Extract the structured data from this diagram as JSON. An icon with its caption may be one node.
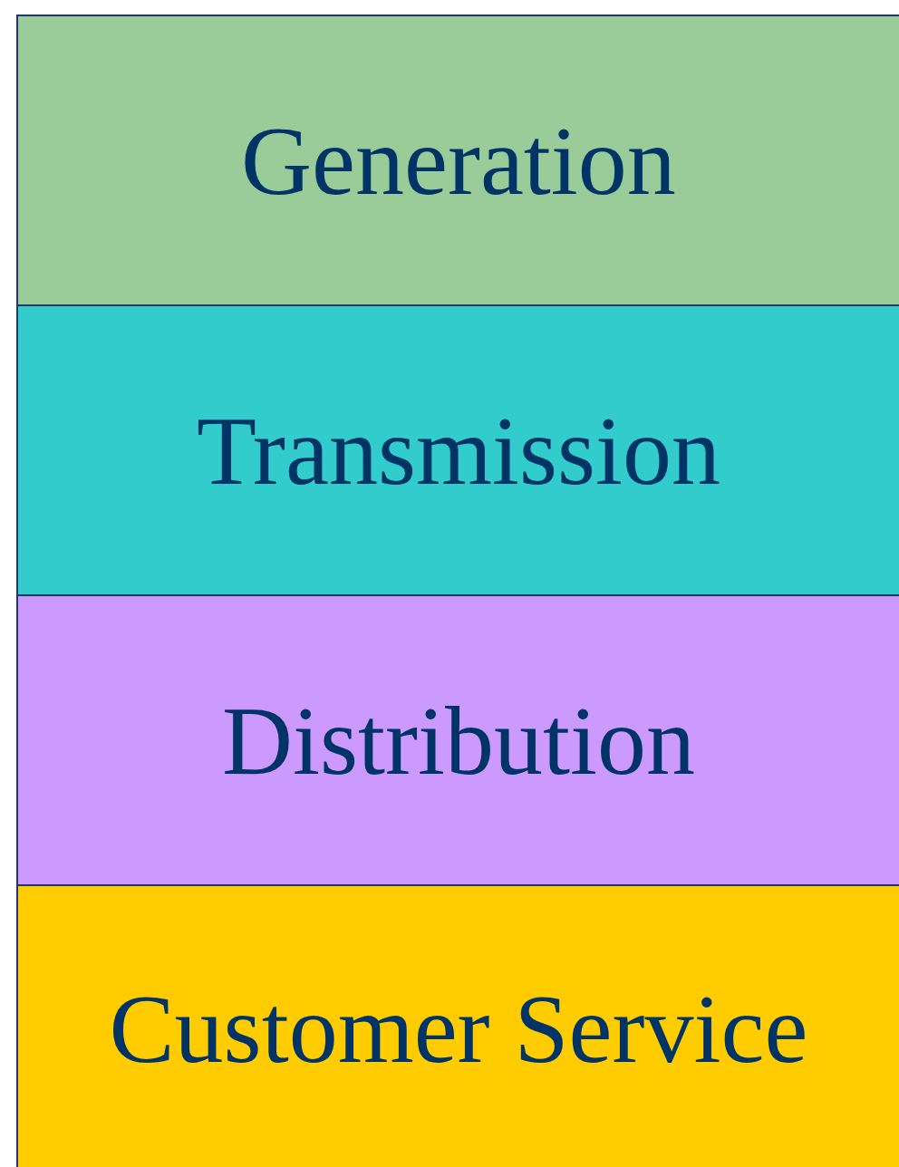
{
  "diagram": {
    "nodes": [
      {
        "text": [
          "Generation"
        ]
      },
      {
        "text": [
          "Transmission"
        ]
      },
      {
        "text": [
          "Distribution"
        ]
      },
      {
        "text": [
          "Customer Service"
        ]
      }
    ]
  }
}
